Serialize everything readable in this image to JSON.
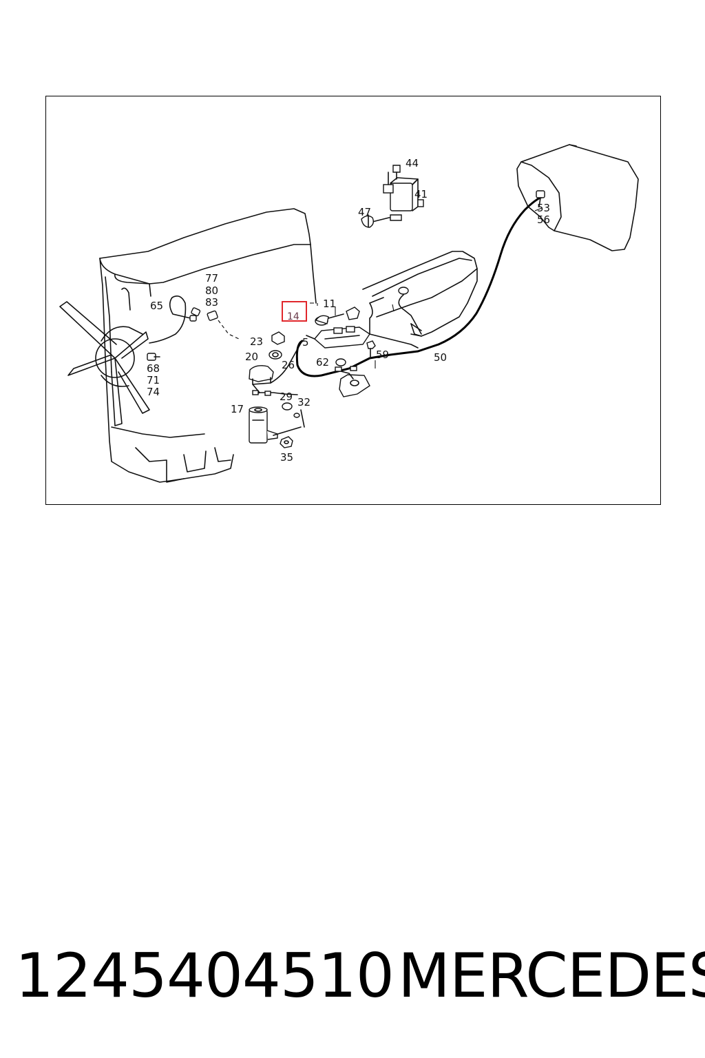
{
  "diagram": {
    "callouts": [
      "77",
      "80",
      "83",
      "65",
      "68",
      "71",
      "74",
      "23",
      "20",
      "26",
      "17",
      "29",
      "32",
      "35",
      "11",
      "5",
      "62",
      "59",
      "50",
      "44",
      "41",
      "47",
      "53",
      "56"
    ],
    "highlighted_callout": "14",
    "highlight_color": "#e0262b"
  },
  "footer": {
    "part_number": "1245404510",
    "brand": "MERCEDES"
  }
}
